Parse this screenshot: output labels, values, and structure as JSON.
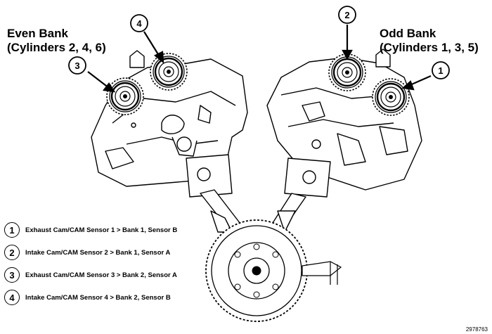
{
  "banks": {
    "even": {
      "title_line1": "Even Bank",
      "title_line2": "(Cylinders 2, 4, 6)"
    },
    "odd": {
      "title_line1": "Odd Bank",
      "title_line2": "(Cylinders 1, 3, 5)"
    }
  },
  "callouts": [
    "1",
    "2",
    "3",
    "4"
  ],
  "legend": [
    {
      "num": "1",
      "text": "Exhaust Cam/CAM Sensor 1 > Bank 1, Sensor B"
    },
    {
      "num": "2",
      "text": "Intake Cam/CAM Sensor 2 > Bank 1, Sensor A"
    },
    {
      "num": "3",
      "text": "Exhaust Cam/CAM Sensor 3 > Bank 2, Sensor A"
    },
    {
      "num": "4",
      "text": "Intake Cam/CAM Sensor 4 > Bank 2, Sensor B"
    }
  ],
  "figure_id": "2978763"
}
